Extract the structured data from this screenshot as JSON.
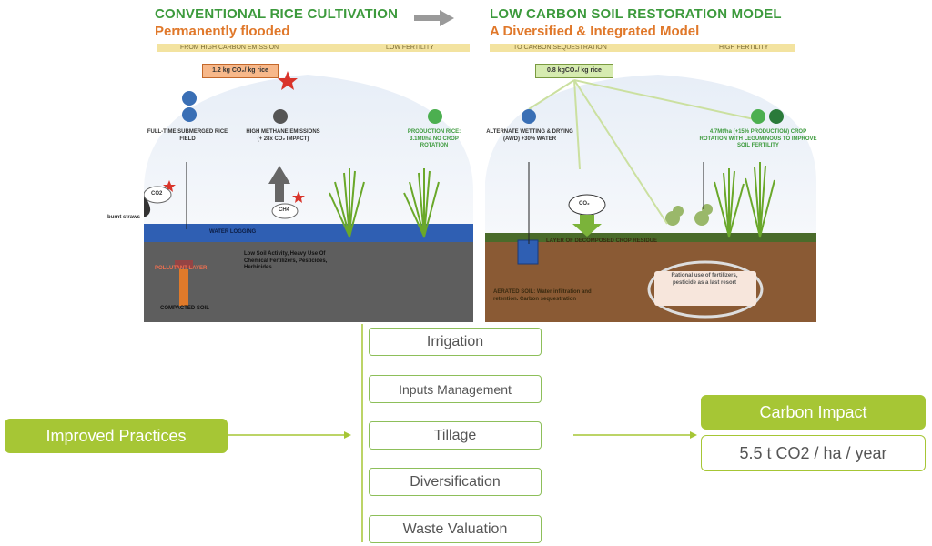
{
  "left_panel": {
    "title": "CONVENTIONAL RICE CULTIVATION",
    "subtitle": "Permanently flooded",
    "band_left": "FROM HIGH CARBON EMISSION",
    "band_right": "LOW FERTILITY",
    "emission_value": "1.2 kg CO₂/ kg rice",
    "label_submerged": "FULL-TIME SUBMERGED RICE FIELD",
    "label_methane": "HIGH METHANE EMISSIONS (+ 28x CO₂ IMPACT)",
    "label_production": "PRODUCTION RICE: 3.1Mt/ha NO CROP ROTATION",
    "label_burnt": "burnt straws",
    "label_co2": "CO2",
    "label_ch4": "CH4",
    "label_water": "WATER LOGGING",
    "label_pollutant": "POLLUTANT LAYER",
    "label_soil_activity": "Low Soil Activity, Heavy Use Of Chemical Fertilizers, Pesticides, Herbicides",
    "label_compacted": "COMPACTED SOIL"
  },
  "right_panel": {
    "title": "LOW CARBON SOIL RESTORATION MODEL",
    "subtitle": "A Diversified & Integrated Model",
    "band_left": "TO CARBON SEQUESTRATION",
    "band_right": "HIGH FERTILITY",
    "emission_value": "0.8 kgCO₂/ kg rice",
    "label_awd": "ALTERNATE WETTING & DRYING (AWD) +30% WATER",
    "label_rotation": "4.7Mt/ha (+15% PRODUCTION) CROP ROTATION WITH LEGUMINOUS TO IMPROVE SOIL FERTILITY",
    "label_co2": "CO₂",
    "label_cover": "LAYER OF DECOMPOSED CROP RESIDUE",
    "label_rational": "Rational use of fertilizers, pesticide as a last resort",
    "label_aerated": "AERATED SOIL: Water infiltration and retention. Carbon sequestration"
  },
  "flow": {
    "input_label": "Improved Practices",
    "practices": [
      "Irrigation",
      "Inputs Management",
      "Tillage",
      "Diversification",
      "Waste Valuation"
    ],
    "output_title": "Carbon Impact",
    "output_value": "5.5 t CO2 / ha / year"
  },
  "colors": {
    "green_accent": "#a6c635",
    "title_green": "#3c9a3c",
    "title_orange": "#e0782a",
    "water_blue": "#2f5fb3",
    "soil_gray": "#5e5e5e",
    "soil_brown": "#8a5a34"
  }
}
